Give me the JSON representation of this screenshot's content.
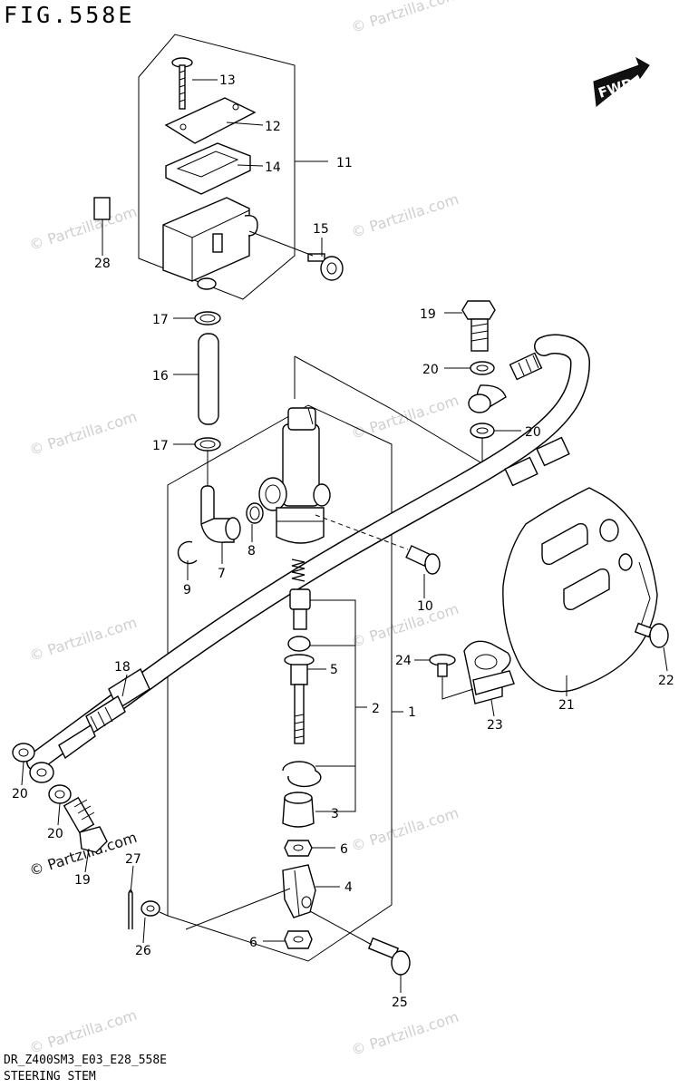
{
  "figure": {
    "title": "FIG.558E",
    "footer_code": "DR_Z400SM3_E03_E28_558E",
    "footer_name": "STEERING STEM",
    "direction_badge": "FWD"
  },
  "watermark": {
    "text": "© Partzilla.com"
  },
  "callouts": {
    "p1": "1",
    "p2": "2",
    "p3": "3",
    "p4": "4",
    "p5": "5",
    "p6a": "6",
    "p6b": "6",
    "p7": "7",
    "p8": "8",
    "p9": "9",
    "p10": "10",
    "p11": "11",
    "p12": "12",
    "p13": "13",
    "p14": "14",
    "p15": "15",
    "p16": "16",
    "p17a": "17",
    "p17b": "17",
    "p18": "18",
    "p19a": "19",
    "p19b": "19",
    "p20a": "20",
    "p20b": "20",
    "p20c": "20",
    "p20d": "20",
    "p21": "21",
    "p22": "22",
    "p23": "23",
    "p24": "24",
    "p25": "25",
    "p26": "26",
    "p27": "27",
    "p28": "28"
  }
}
